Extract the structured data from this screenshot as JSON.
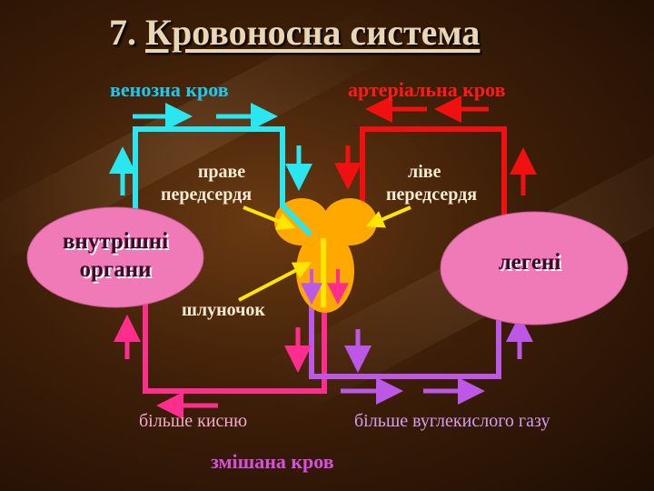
{
  "title": {
    "number": "7.",
    "text": "Кровоносна система"
  },
  "labels": {
    "venous_blood": "венозна кров",
    "arterial_blood": "артеріальна кров",
    "right_atrium_line1": "праве",
    "right_atrium_line2": "передсердя",
    "left_atrium_line1": "ліве",
    "left_atrium_line2": "передсердя",
    "ventricle": "шлуночок",
    "internal_organs_line1": "внутрішні",
    "internal_organs_line2": "органи",
    "lungs": "легені",
    "more_oxygen": "більше кисню",
    "more_co2": "більше вуглекислого газу",
    "mixed_blood": "змішана кров"
  },
  "colors": {
    "venous": "#29e6f0",
    "arterial": "#f01010",
    "mixed_pink": "#ff2e8e",
    "mixed_purple": "#bd57e6",
    "organ_fill": "#f07ab8",
    "heart_fill": "#ffa800",
    "pointer_arrow": "#ffe600",
    "title_text": "#e8d6b4",
    "blood_label_mixed": "#d84fe0",
    "oxygen_label": "#f4aac8"
  }
}
